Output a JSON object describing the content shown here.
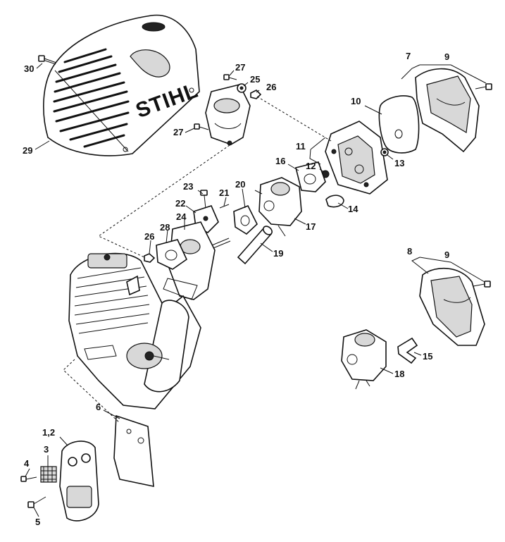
{
  "brand": "STIHL",
  "labels": {
    "p1_2": "1,2",
    "p3": "3",
    "p4": "4",
    "p5": "5",
    "p6": "6",
    "p7": "7",
    "p8": "8",
    "p9a": "9",
    "p9b": "9",
    "p10": "10",
    "p11": "11",
    "p12": "12",
    "p13": "13",
    "p14": "14",
    "p15": "15",
    "p16": "16",
    "p17": "17",
    "p18": "18",
    "p19": "19",
    "p20": "20",
    "p21": "21",
    "p22": "22",
    "p23": "23",
    "p24": "24",
    "p25": "25",
    "p26a": "26",
    "p26b": "26",
    "p27a": "27",
    "p27b": "27",
    "p28": "28",
    "p29": "29",
    "p30": "30"
  }
}
